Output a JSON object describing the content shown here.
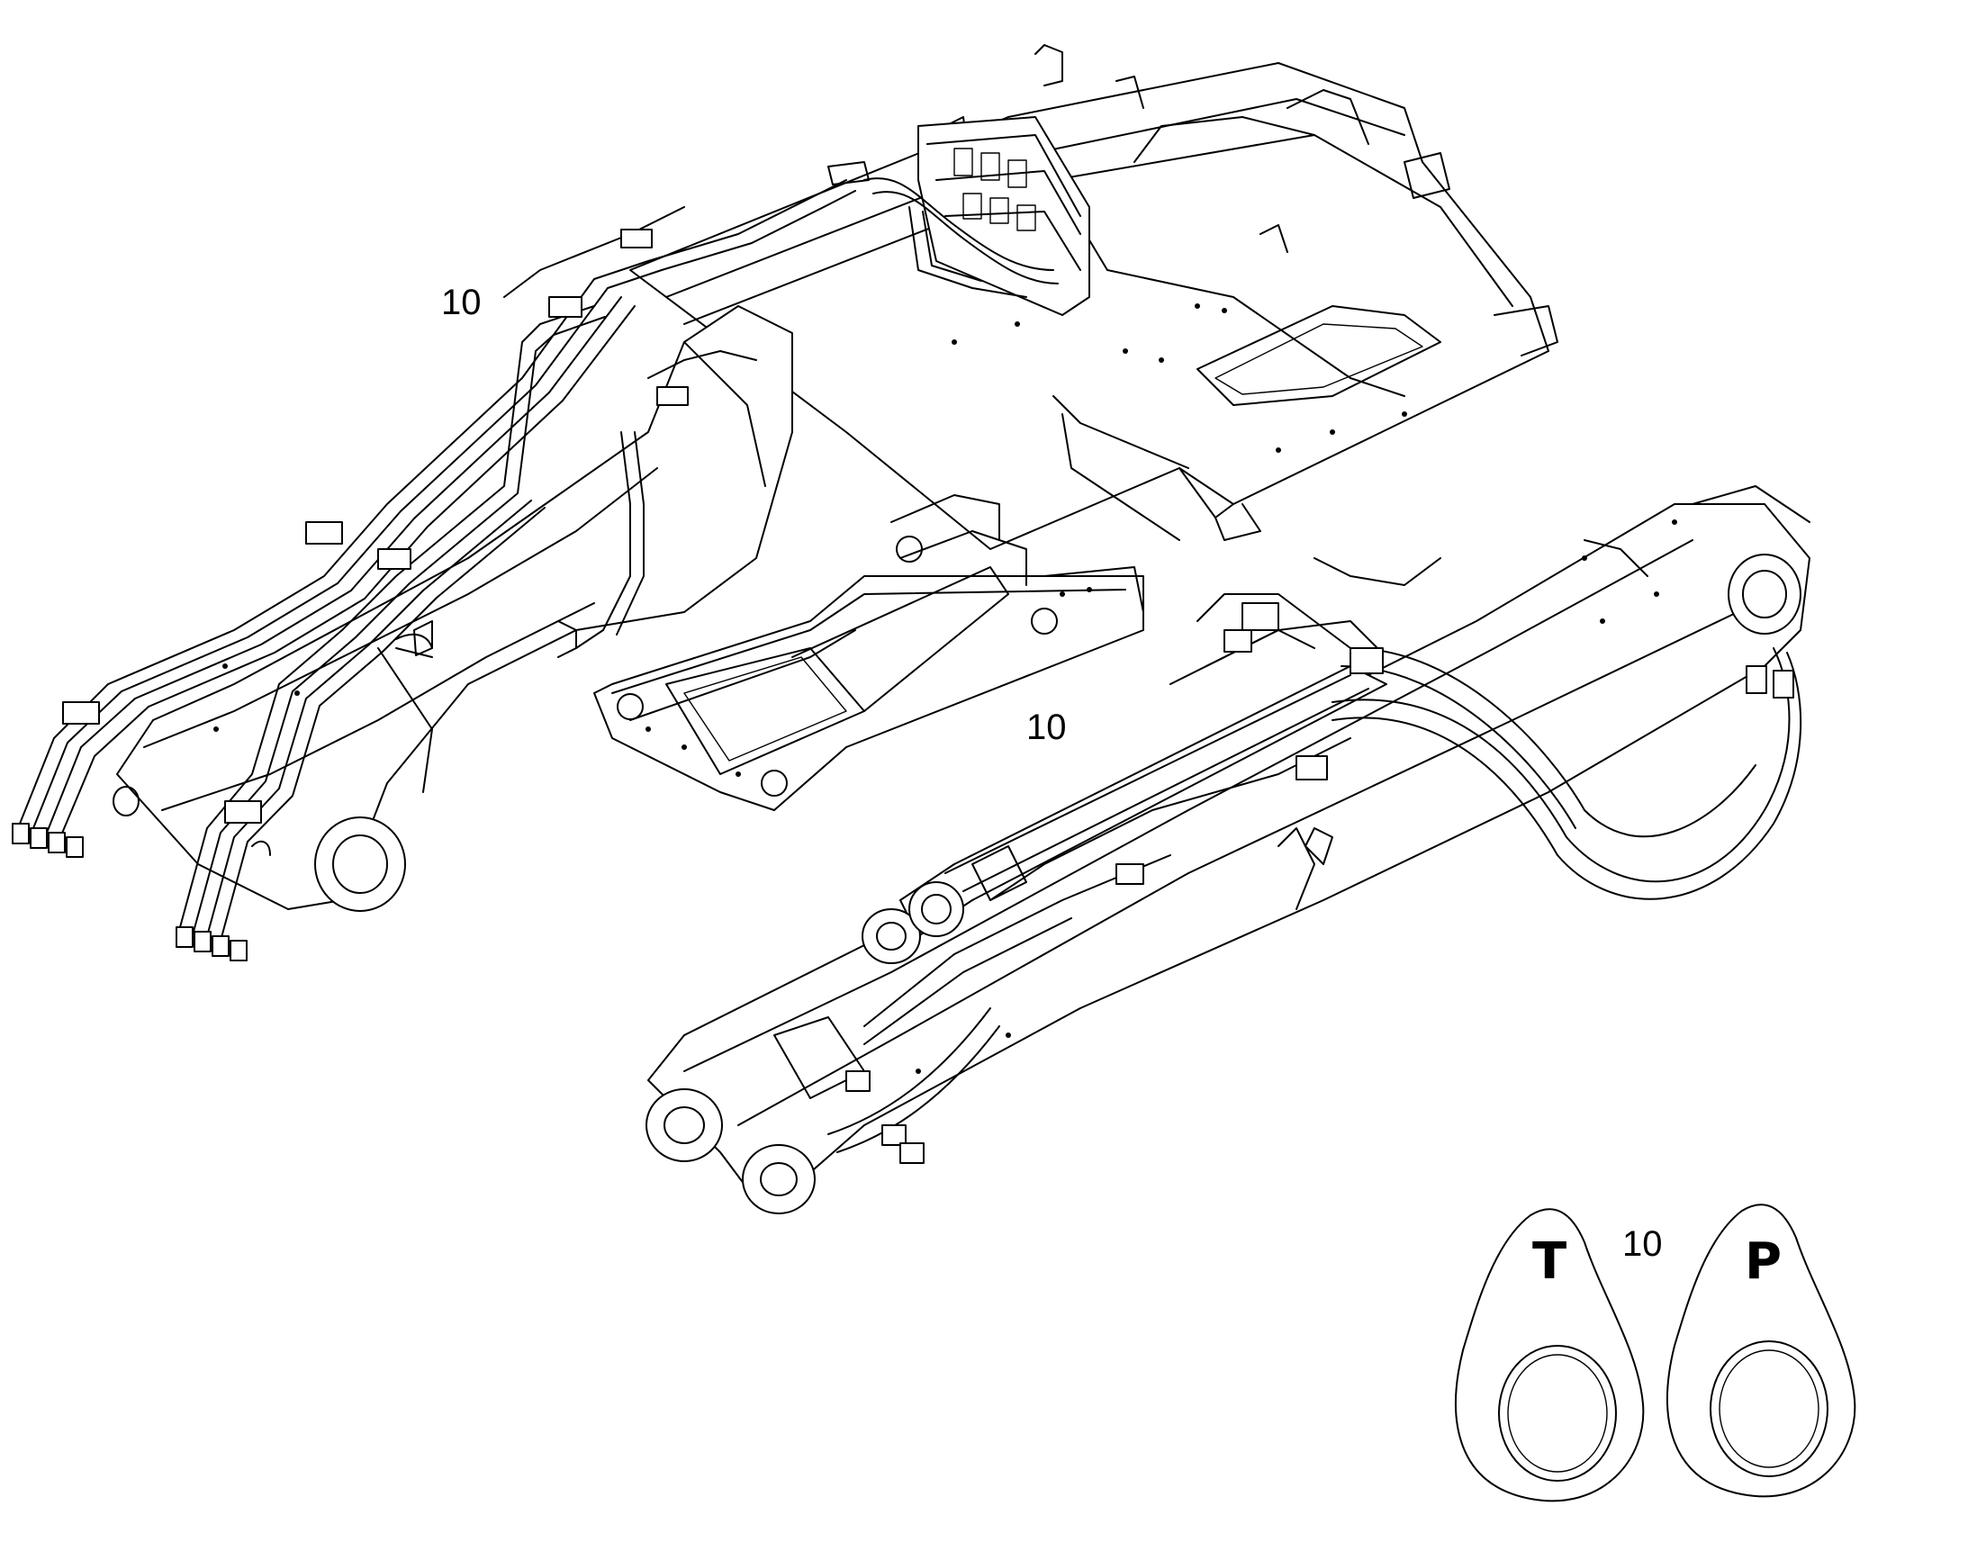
{
  "callouts": [
    {
      "id": "callout-upper-left",
      "text": "10"
    },
    {
      "id": "callout-center",
      "text": "10"
    },
    {
      "id": "callout-tags",
      "text": "10"
    }
  ],
  "tags": [
    {
      "id": "tag-t",
      "letter": "T"
    },
    {
      "id": "tag-p",
      "letter": "P"
    }
  ],
  "colors": {
    "line": "#000000",
    "background": "#ffffff"
  }
}
